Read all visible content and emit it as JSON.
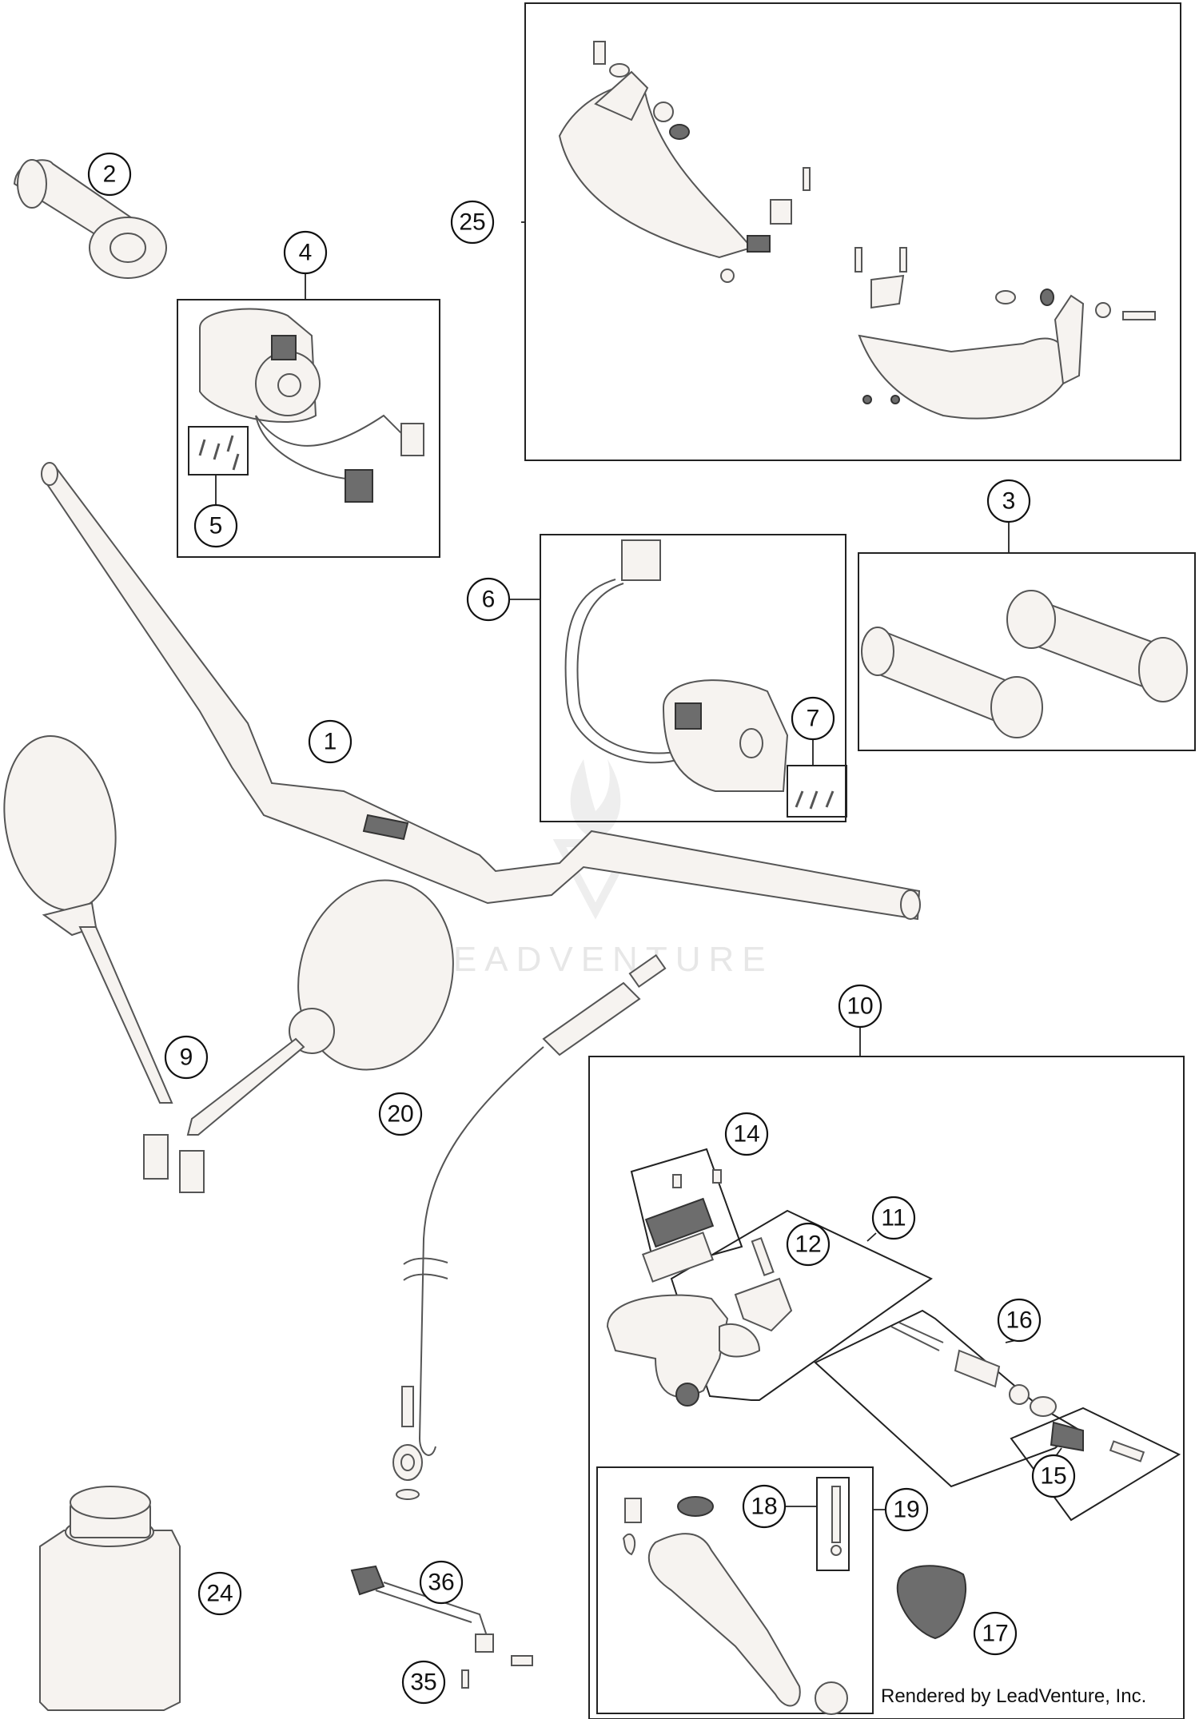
{
  "watermark": "LEADVENTURE",
  "credit": "Rendered by LeadVenture, Inc.",
  "callouts": [
    "1",
    "2",
    "3",
    "4",
    "5",
    "6",
    "7",
    "9",
    "10",
    "11",
    "12",
    "14",
    "15",
    "16",
    "17",
    "18",
    "19",
    "20",
    "24",
    "25",
    "35",
    "36"
  ]
}
